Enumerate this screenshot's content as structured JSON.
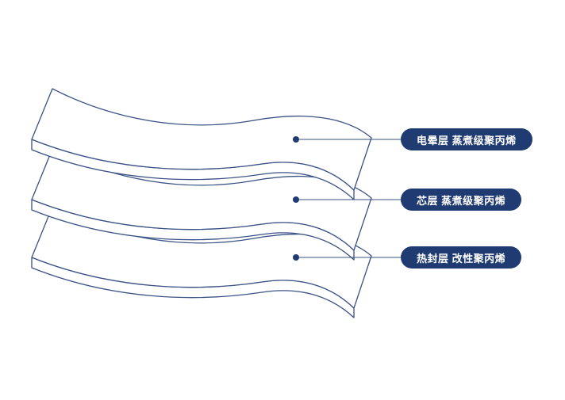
{
  "diagram": {
    "type": "layered-film-structure",
    "layers": [
      {
        "id": "corona-layer",
        "label": "电晕层 蒸煮级聚丙烯"
      },
      {
        "id": "core-layer",
        "label": "芯层 蒸煮级聚丙烯"
      },
      {
        "id": "heat-seal-layer",
        "label": "热封层 改性聚丙烯"
      }
    ],
    "colors": {
      "outline": "#3a5286",
      "pill_bg": "#1f3b72",
      "pill_text": "#ffffff"
    }
  }
}
